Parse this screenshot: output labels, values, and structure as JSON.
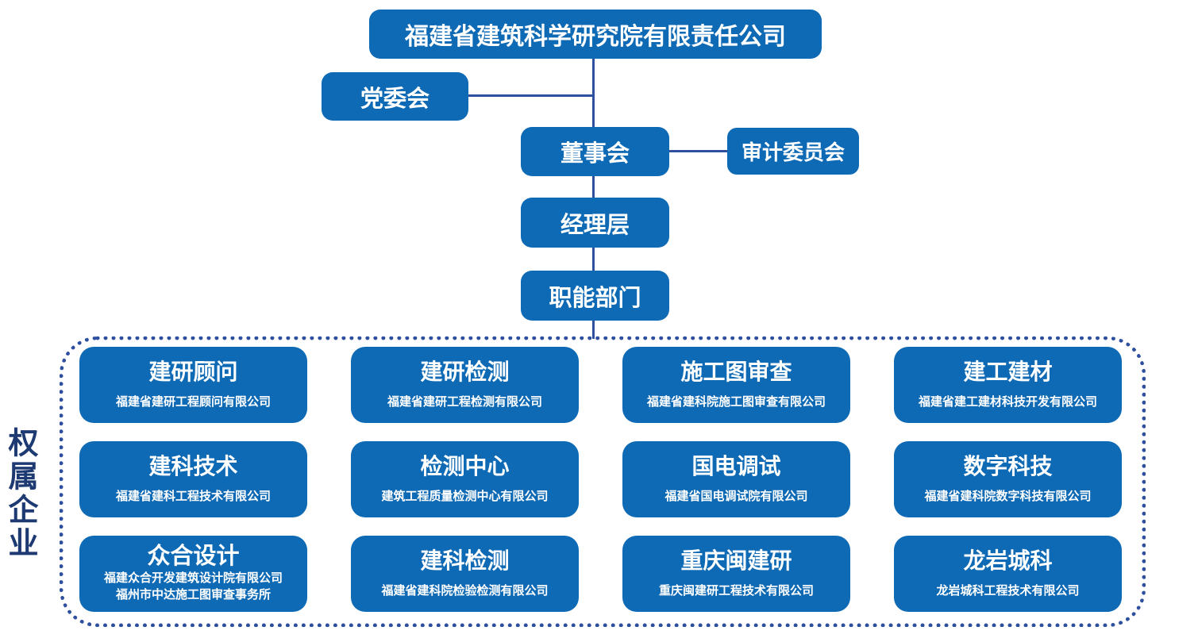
{
  "org": {
    "root": "福建省建筑科学研究院有限责任公司",
    "party_committee": "党委会",
    "board": "董事会",
    "audit_committee": "审计委员会",
    "management": "经理层",
    "functional_departments": "职能部门",
    "group_label": "权属企业",
    "colors": {
      "box_blue": "#0f6ab5",
      "connector_blue": "#2e509e",
      "dotted_border_blue": "#2e4f9d",
      "label_navy": "#1e3a72"
    },
    "subsidiaries": [
      {
        "name": "建研顾问",
        "companies": [
          "福建省建研工程顾问有限公司"
        ]
      },
      {
        "name": "建研检测",
        "companies": [
          "福建省建研工程检测有限公司"
        ]
      },
      {
        "name": "施工图审查",
        "companies": [
          "福建省建科院施工图审查有限公司"
        ]
      },
      {
        "name": "建工建材",
        "companies": [
          "福建省建工建材科技开发有限公司"
        ]
      },
      {
        "name": "建科技术",
        "companies": [
          "福建省建科工程技术有限公司"
        ]
      },
      {
        "name": "检测中心",
        "companies": [
          "建筑工程质量检测中心有限公司"
        ]
      },
      {
        "name": "国电调试",
        "companies": [
          "福建省国电调试院有限公司"
        ]
      },
      {
        "name": "数字科技",
        "companies": [
          "福建省建科院数字科技有限公司"
        ]
      },
      {
        "name": "众合设计",
        "companies": [
          "福建众合开发建筑设计院有限公司",
          "福州市中达施工图审查事务所"
        ]
      },
      {
        "name": "建科检测",
        "companies": [
          "福建省建科院检验检测有限公司"
        ]
      },
      {
        "name": "重庆闽建研",
        "companies": [
          "重庆闽建研工程技术有限公司"
        ]
      },
      {
        "name": "龙岩城科",
        "companies": [
          "龙岩城科工程技术有限公司"
        ]
      }
    ]
  }
}
